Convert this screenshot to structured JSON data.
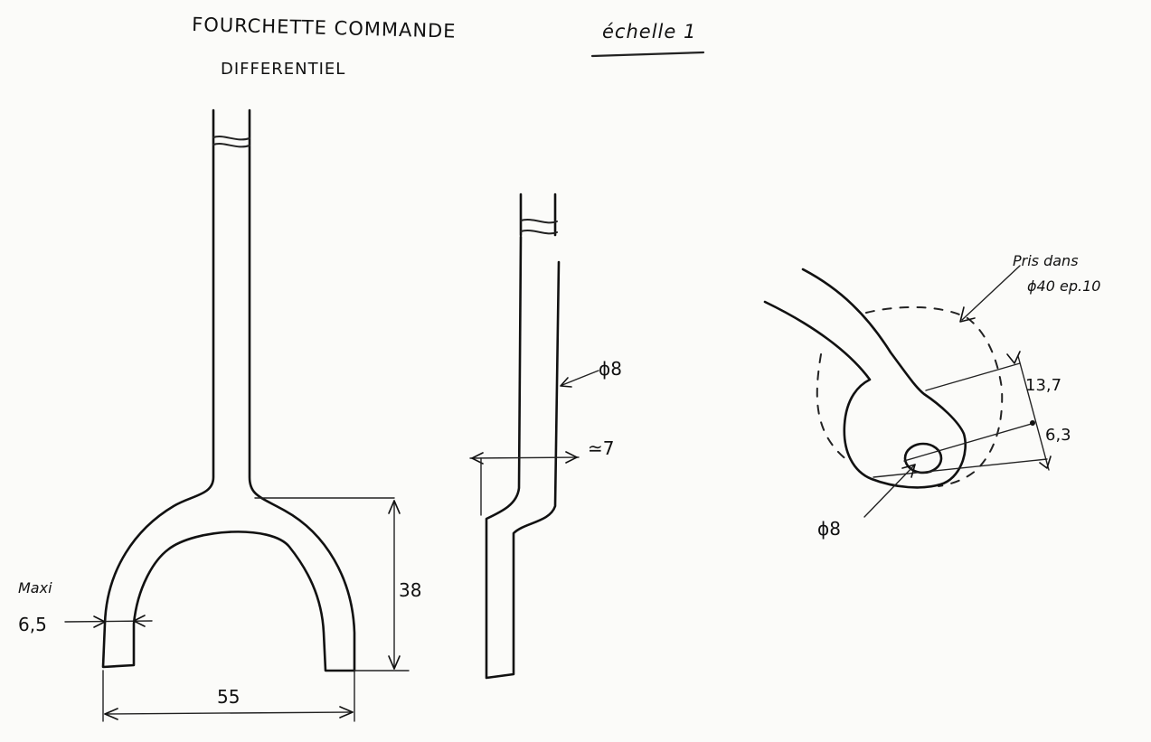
{
  "title": {
    "line1": "FOURCHETTE COMMANDE",
    "line2": "DIFFERENTIEL",
    "scale": "échelle 1"
  },
  "front_view": {
    "thickness_label_top": "Maxi",
    "thickness_label_value": "6,5",
    "width": "55",
    "height": "38"
  },
  "side_view": {
    "rod_diameter": "ϕ8",
    "offset": "≃7"
  },
  "detail_view": {
    "note_line1": "Pris dans",
    "note_line2": "ϕ40 ep.10",
    "dim_upper": "13,7",
    "dim_lower": "6,3",
    "hole_diameter": "ϕ8"
  }
}
